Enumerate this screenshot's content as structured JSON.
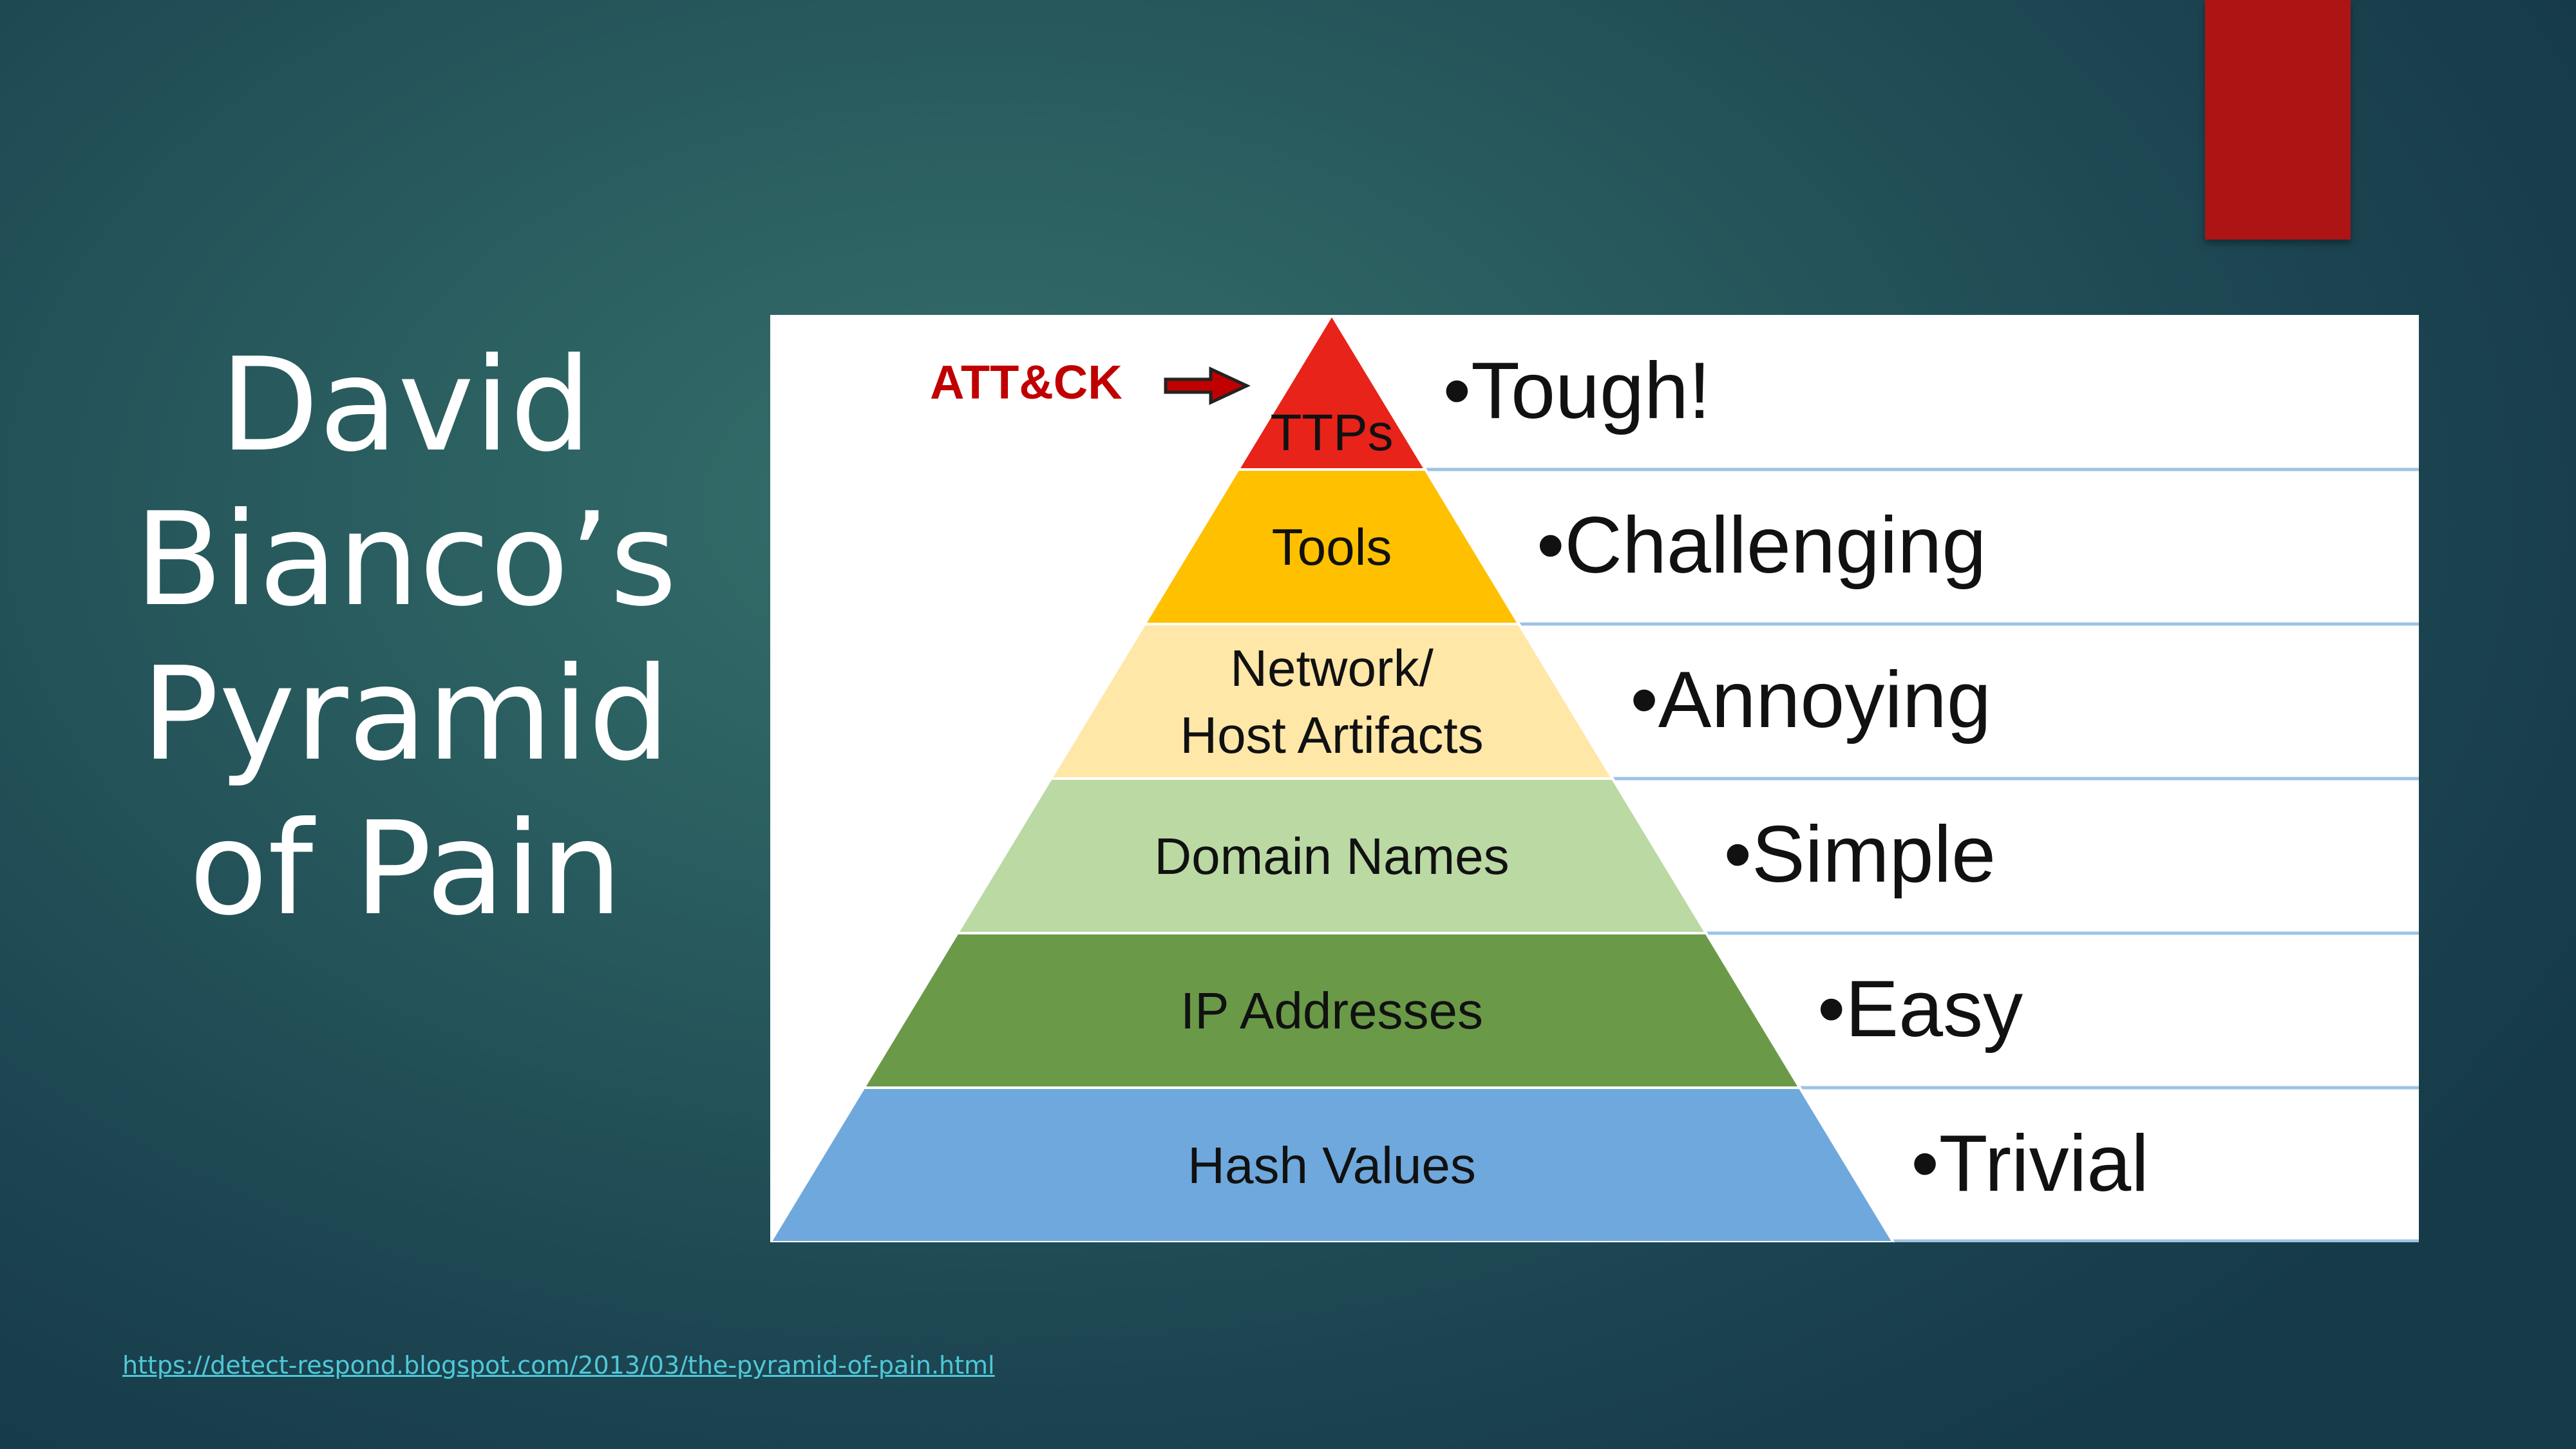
{
  "title": {
    "lines": [
      "David",
      "Bianco’s",
      "Pyramid",
      "of Pain"
    ]
  },
  "pyramid": {
    "tiers": [
      {
        "lines": [
          "TTPs"
        ],
        "color": "#e8231a",
        "difficulty": "•Tough!"
      },
      {
        "lines": [
          "Tools"
        ],
        "color": "#ffc000",
        "difficulty": "•Challenging"
      },
      {
        "lines": [
          "Network/",
          "Host Artifacts"
        ],
        "color": "#ffe7a8",
        "difficulty": "•Annoying"
      },
      {
        "lines": [
          "Domain Names"
        ],
        "color": "#bad9a3",
        "difficulty": "•Simple"
      },
      {
        "lines": [
          "IP Addresses"
        ],
        "color": "#6a9a48",
        "difficulty": "•Easy"
      },
      {
        "lines": [
          "Hash Values"
        ],
        "color": "#6fa8dc",
        "difficulty": "•Trivial"
      }
    ],
    "pointer_label": "ATT&CK",
    "pointer_color": "#c00000",
    "divider_color": "#9dc3e6"
  },
  "source_link": "https://detect-respond.blogspot.com/2013/03/the-pyramid-of-pain.html"
}
